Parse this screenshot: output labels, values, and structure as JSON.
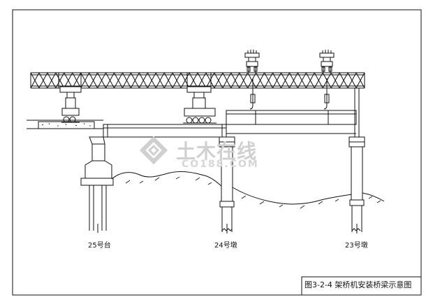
{
  "labels": {
    "abutment_25": "25号台",
    "pier_24": "24号墩",
    "pier_23": "23号墩"
  },
  "figure_title": "图3-2-4 架桥机安装桥梁示意图",
  "watermark": {
    "text_cn": "土木在线",
    "text_en": "CO188.COM"
  },
  "colors": {
    "line": "#111111",
    "watermark": "#d0d0d0"
  }
}
